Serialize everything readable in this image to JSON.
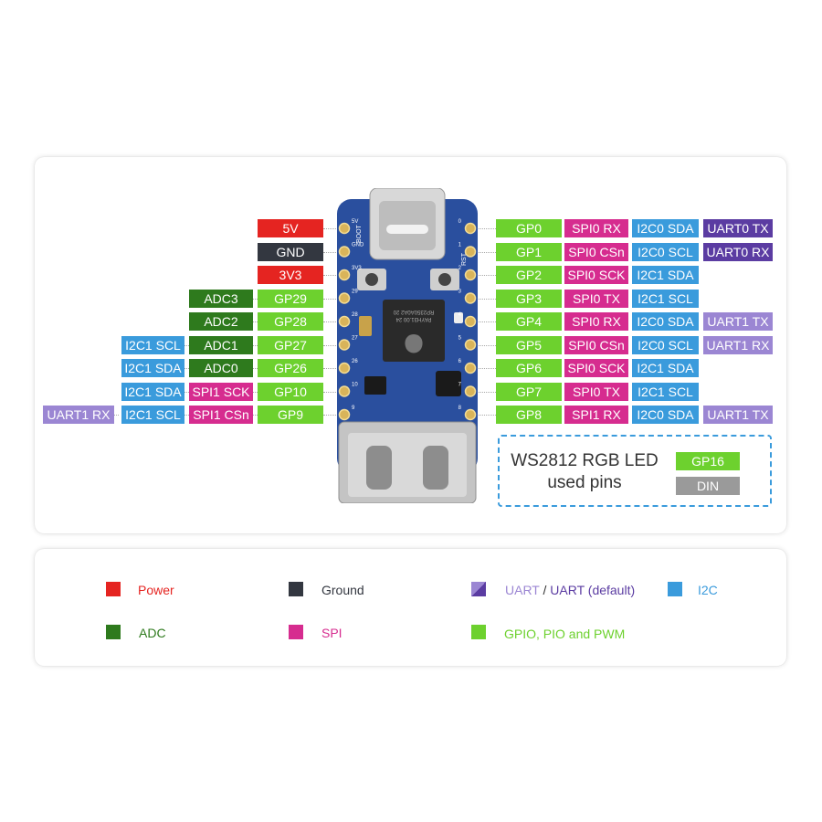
{
  "left_pins": [
    {
      "cells": [
        {
          "text": "5V",
          "kind": "power",
          "col": 3
        }
      ]
    },
    {
      "cells": [
        {
          "text": "GND",
          "kind": "ground",
          "col": 3
        }
      ]
    },
    {
      "cells": [
        {
          "text": "3V3",
          "kind": "power",
          "col": 3
        }
      ]
    },
    {
      "cells": [
        {
          "text": "ADC3",
          "kind": "adc",
          "col": 2
        },
        {
          "text": "GP29",
          "kind": "gpio",
          "col": 3
        }
      ]
    },
    {
      "cells": [
        {
          "text": "ADC2",
          "kind": "adc",
          "col": 2
        },
        {
          "text": "GP28",
          "kind": "gpio",
          "col": 3
        }
      ]
    },
    {
      "cells": [
        {
          "text": "I2C1 SCL",
          "kind": "i2c",
          "col": 1
        },
        {
          "text": "ADC1",
          "kind": "adc",
          "col": 2
        },
        {
          "text": "GP27",
          "kind": "gpio",
          "col": 3
        }
      ]
    },
    {
      "cells": [
        {
          "text": "I2C1 SDA",
          "kind": "i2c",
          "col": 1
        },
        {
          "text": "ADC0",
          "kind": "adc",
          "col": 2
        },
        {
          "text": "GP26",
          "kind": "gpio",
          "col": 3
        }
      ]
    },
    {
      "cells": [
        {
          "text": "I2C1 SDA",
          "kind": "i2c",
          "col": 1
        },
        {
          "text": "SPI1 SCK",
          "kind": "spi",
          "col": 2
        },
        {
          "text": "GP10",
          "kind": "gpio",
          "col": 3
        }
      ]
    },
    {
      "cells": [
        {
          "text": "UART1 RX",
          "kind": "uart",
          "col": 0
        },
        {
          "text": "I2C1 SCL",
          "kind": "i2c",
          "col": 1
        },
        {
          "text": "SPI1 CSn",
          "kind": "spi",
          "col": 2
        },
        {
          "text": "GP9",
          "kind": "gpio",
          "col": 3
        }
      ]
    }
  ],
  "right_pins": [
    {
      "cells": [
        {
          "text": "GP0",
          "kind": "gpio"
        },
        {
          "text": "SPI0 RX",
          "kind": "spi"
        },
        {
          "text": "I2C0 SDA",
          "kind": "i2c"
        },
        {
          "text": "UART0 TX",
          "kind": "uart0"
        }
      ]
    },
    {
      "cells": [
        {
          "text": "GP1",
          "kind": "gpio"
        },
        {
          "text": "SPI0 CSn",
          "kind": "spi"
        },
        {
          "text": "I2C0 SCL",
          "kind": "i2c"
        },
        {
          "text": "UART0 RX",
          "kind": "uart0"
        }
      ]
    },
    {
      "cells": [
        {
          "text": "GP2",
          "kind": "gpio"
        },
        {
          "text": "SPI0 SCK",
          "kind": "spi"
        },
        {
          "text": "I2C1 SDA",
          "kind": "i2c"
        }
      ]
    },
    {
      "cells": [
        {
          "text": "GP3",
          "kind": "gpio"
        },
        {
          "text": "SPI0 TX",
          "kind": "spi"
        },
        {
          "text": "I2C1 SCL",
          "kind": "i2c"
        }
      ]
    },
    {
      "cells": [
        {
          "text": "GP4",
          "kind": "gpio"
        },
        {
          "text": "SPI0 RX",
          "kind": "spi"
        },
        {
          "text": "I2C0 SDA",
          "kind": "i2c"
        },
        {
          "text": "UART1 TX",
          "kind": "uart"
        }
      ]
    },
    {
      "cells": [
        {
          "text": "GP5",
          "kind": "gpio"
        },
        {
          "text": "SPI0 CSn",
          "kind": "spi"
        },
        {
          "text": "I2C0 SCL",
          "kind": "i2c"
        },
        {
          "text": "UART1 RX",
          "kind": "uart"
        }
      ]
    },
    {
      "cells": [
        {
          "text": "GP6",
          "kind": "gpio"
        },
        {
          "text": "SPI0 SCK",
          "kind": "spi"
        },
        {
          "text": "I2C1 SDA",
          "kind": "i2c"
        }
      ]
    },
    {
      "cells": [
        {
          "text": "GP7",
          "kind": "gpio"
        },
        {
          "text": "SPI0 TX",
          "kind": "spi"
        },
        {
          "text": "I2C1 SCL",
          "kind": "i2c"
        }
      ]
    },
    {
      "cells": [
        {
          "text": "GP8",
          "kind": "gpio"
        },
        {
          "text": "SPI1 RX",
          "kind": "spi"
        },
        {
          "text": "I2C0 SDA",
          "kind": "i2c"
        },
        {
          "text": "UART1 TX",
          "kind": "uart"
        }
      ]
    }
  ],
  "board": {
    "left_silk": [
      "5V",
      "GND",
      "3V3",
      "29",
      "28",
      "27",
      "26",
      "10",
      "9"
    ],
    "right_silk": [
      "0",
      "1",
      "2",
      "3",
      "4",
      "5",
      "6",
      "7",
      "8"
    ],
    "boot_label": "BOOT",
    "rst_label": "RST",
    "chip_line1": "RP2350A0A2 20",
    "chip_line2": "PAYH31.00 24"
  },
  "led": {
    "title": "WS2812 RGB LED",
    "subtitle": "used pins",
    "gp": "GP16",
    "din": "DIN"
  },
  "legend": {
    "power": "Power",
    "ground": "Ground",
    "uart_a": "UART",
    "uart_sep": " / ",
    "uart_b": "UART (default)",
    "i2c": "I2C",
    "adc": "ADC",
    "spi": "SPI",
    "gpio": "GPIO, PIO and PWM"
  },
  "colors": {
    "power": "#e52421",
    "ground": "#333740",
    "adc": "#2e7a1d",
    "gpio": "#6dd12e",
    "i2c": "#3a9bdc",
    "spi": "#d62c8f",
    "uart": "#9b86d3",
    "uart0": "#5b3ca2",
    "board": "#2a4f9e"
  }
}
